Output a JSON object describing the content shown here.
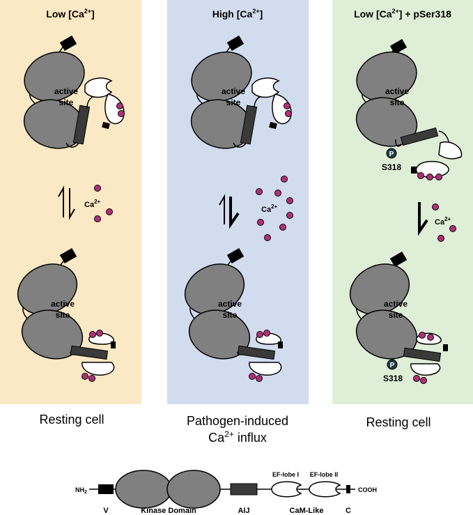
{
  "colors": {
    "panel_low": "#fbe8c4",
    "panel_high": "#d2dcef",
    "panel_pser": "#dfeed6",
    "lobe_gray": "#808080",
    "calcium": "#b0307a",
    "dark_bar": "#3a3a3a"
  },
  "panels": [
    {
      "title_main": "Low [Ca",
      "title_sup": "2+",
      "title_end": "]",
      "top_active": "active",
      "top_site": "site",
      "ion_label": "Ca",
      "ion_sup": "2+",
      "bottom_active": "active",
      "bottom_site": "site"
    },
    {
      "title_main": "High [Ca",
      "title_sup": "2+",
      "title_end": "]",
      "top_active": "active",
      "top_site": "site",
      "ion_label": "Ca",
      "ion_sup": "2+",
      "bottom_active": "active",
      "bottom_site": "site"
    },
    {
      "title_main": "Low [Ca",
      "title_sup": "2+",
      "title_end": "] + pSer318",
      "top_active": "active",
      "top_site": "site",
      "ion_label": "Ca",
      "ion_sup": "2+",
      "bottom_active": "active",
      "bottom_site": "site",
      "phospho": "P",
      "site_label": "S318"
    }
  ],
  "captions": {
    "c1": "Resting cell",
    "c2_line1": "Pathogen-induced",
    "c2_line2_pre": "Ca",
    "c2_line2_sup": "2+",
    "c2_line2_post": " influx",
    "c3": "Resting cell"
  },
  "domain_map": {
    "nh2": "NH",
    "nh2_sub": "2",
    "cooh": "COOH",
    "ef1": "EF-lobe I",
    "ef2": "EF-lobe II",
    "labels": {
      "v": "V",
      "kinase": "Kinase Domain",
      "aij": "AIJ",
      "caml": "CaM-Like",
      "c": "C"
    }
  }
}
